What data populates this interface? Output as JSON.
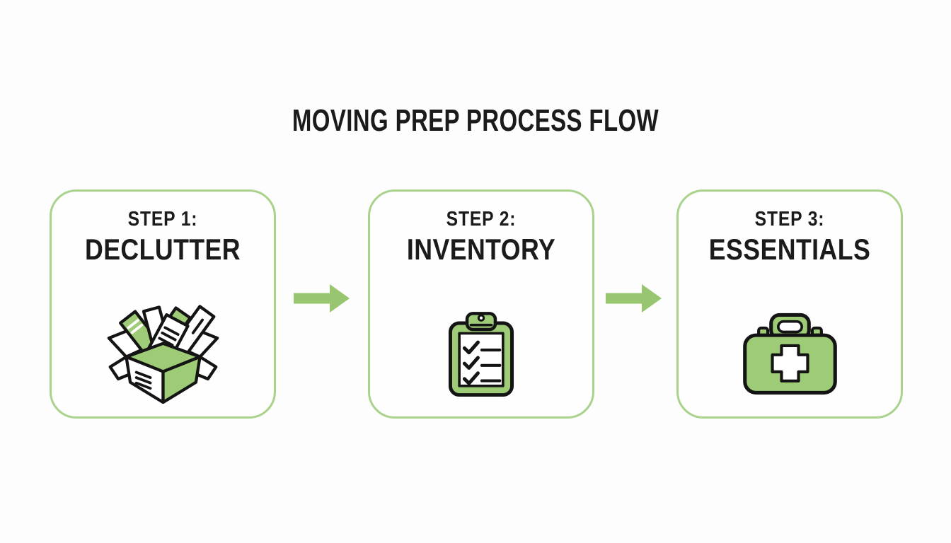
{
  "title": "MOVING PREP PROCESS FLOW",
  "steps": [
    {
      "step_label": "STEP 1:",
      "name": "DECLUTTER",
      "icon": "open-box-icon"
    },
    {
      "step_label": "STEP 2:",
      "name": "INVENTORY",
      "icon": "checklist-clipboard-icon"
    },
    {
      "step_label": "STEP 3:",
      "name": "ESSENTIALS",
      "icon": "first-aid-kit-icon"
    }
  ],
  "arrows": {
    "icon": "right-arrow",
    "count": 2
  },
  "colors": {
    "background": "#fcfdfc",
    "text": "#1b1b1b",
    "card_border": "#a9d28c",
    "arrow_green": "#98c56f",
    "icon_green": "#9dcb76",
    "icon_outline": "#141414"
  }
}
